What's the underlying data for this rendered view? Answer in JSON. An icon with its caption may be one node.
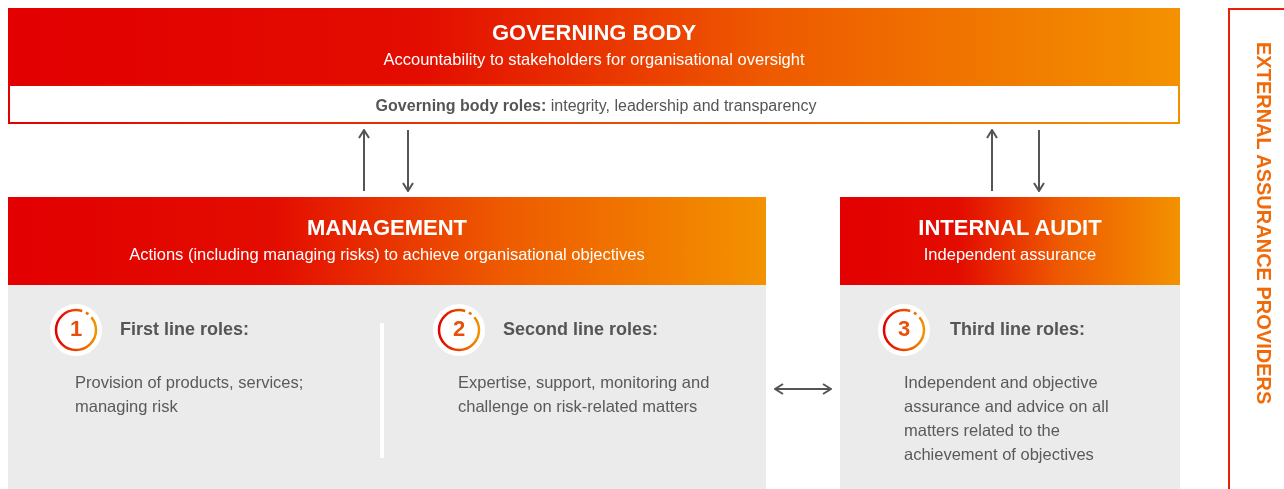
{
  "diagram": {
    "nodes": [
      {
        "text": [
          "GOVERNING BODY",
          "Accountability to stakeholders for organisational oversight"
        ]
      },
      {
        "text": [
          "**Governing body roles:** integrity, leadership and transparency"
        ],
        "in": 0
      },
      {
        "text": [
          "MANAGEMENT",
          "Actions (including managing risks) to achieve organisational objectives",
          "First line roles:",
          "Provision of products, services; managing risk",
          "Second line roles:",
          "Expertise, support, monitoring and challenge on risk-related matters"
        ]
      },
      {
        "text": [
          "1"
        ],
        "in": 2
      },
      {
        "text": [
          "2"
        ],
        "in": 2
      },
      {
        "text": [
          "INTERNAL AUDIT",
          "Independent assurance",
          "Third line roles:",
          "Independent and objective assurance and advice on all matters related to the achievement of objectives"
        ]
      },
      {
        "text": [
          "3"
        ],
        "in": 5
      },
      {
        "text": [
          "EXTERNAL ASSURANCE PROVIDERS"
        ]
      }
    ],
    "edges": [
      {
        "from": 2,
        "to": 1,
        "arrow": "to"
      },
      {
        "from": 1,
        "to": 2,
        "arrow": "to"
      },
      {
        "from": 5,
        "to": 1,
        "arrow": "to"
      },
      {
        "from": 1,
        "to": 5,
        "arrow": "to"
      },
      {
        "from": 2,
        "to": 5,
        "arrow": "both"
      }
    ]
  }
}
